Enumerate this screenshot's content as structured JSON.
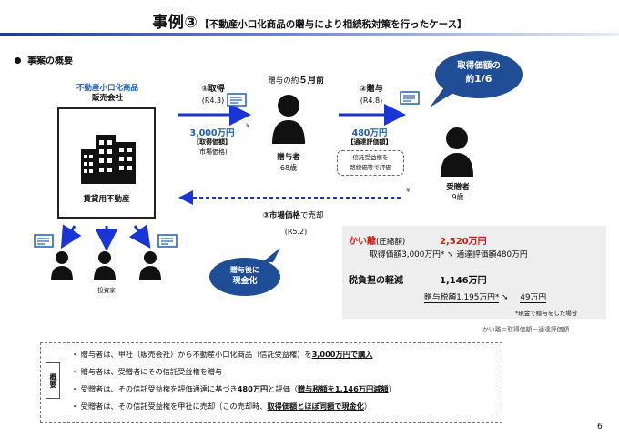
{
  "title": {
    "main": "事例③",
    "sub": "【不動産小口化商品の贈与により相続税対策を行ったケース】"
  },
  "section_heading": "事案の概要",
  "company": {
    "name_line1": "不動産小口化商品",
    "name_line2": "販売会社",
    "building_label": "賃貸用不動産"
  },
  "investors_label": "投資家",
  "step1": {
    "label": "①取得",
    "date": "(R4.3)",
    "amount": "3,000万円",
    "note1": "【取得価額】",
    "note2": "(市場価格)"
  },
  "donation_timing": {
    "prefix": "贈与の約",
    "value": "５月",
    "suffix": "前"
  },
  "donor": {
    "label": "贈与者",
    "age": "68歳"
  },
  "step2": {
    "label": "②贈与",
    "date": "(R4.8)",
    "amount": "480万円",
    "note": "【通達評価額】",
    "eval_note_line1": "信託受益権を",
    "eval_note_line2": "路線価等で評価"
  },
  "bubble_top": {
    "line1": "取得価額の",
    "line2_prefix": "約",
    "line2_value": "1/6"
  },
  "donee": {
    "label": "受贈者",
    "age": "9歳"
  },
  "step3": {
    "label_bold": "③市場価格",
    "label_rest": "で売却",
    "date": "(R5.2)"
  },
  "bubble_bottom": {
    "line1": "贈与後に",
    "line2": "現金化"
  },
  "panel": {
    "gap_label": "かい離",
    "gap_paren": "(圧縮額)",
    "gap_value": "2,520万円",
    "gap_formula_left": "取得価額3,000万円*",
    "gap_formula_right": "通達評価額480万円",
    "tax_label": "税負担の軽減",
    "tax_value": "1,146万円",
    "tax_formula_left": "贈与税額1,195万円*",
    "tax_formula_right": "49万円",
    "footnote": "*現金で贈与をした場合"
  },
  "gap_definition": "かい離＝取得価額－通達評価額",
  "summary": {
    "tag": "概要",
    "lines": [
      {
        "a": "・ 贈与者は、甲社（販売会社）から不動産小口化商品（信託受益権）を",
        "b": "3,000万円で購入",
        "c": ""
      },
      {
        "a": "・ 贈与者は、受贈者にその信託受益権を贈与",
        "b": "",
        "c": ""
      },
      {
        "a": "・ 受贈者は、その信託受益権を評価通達に基づき",
        "b": "480万円",
        "c": "と評価（",
        "d": "贈与税額を1,146万円減額",
        "e": "）"
      },
      {
        "a": "・ 受贈者は、その信託受益権を甲社に売却（この売却時、",
        "b": "取得価額とほぼ同額で現金化",
        "c": "）"
      }
    ]
  },
  "page_number": "6",
  "colors": {
    "accent_blue": "#1f5fb3",
    "arrow_blue": "#1a35d6",
    "bubble_blue": "#1f4e96",
    "highlight_red": "#d11a1a"
  }
}
